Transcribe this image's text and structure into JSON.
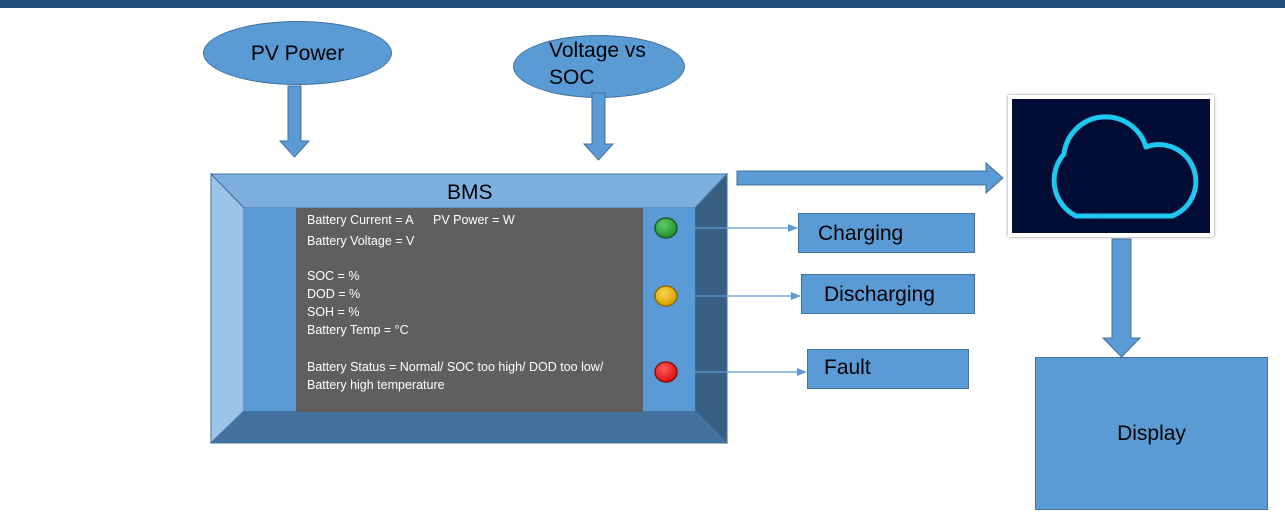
{
  "inputs": {
    "pv_power": "PV Power",
    "voltage_vs_soc": [
      "Voltage vs",
      "SOC"
    ]
  },
  "bms": {
    "title": "BMS",
    "lines": {
      "battery_current": "Battery Current =   A",
      "pv_power": "PV Power =      W",
      "battery_voltage": "Battery Voltage =   V",
      "soc": "SOC =     %",
      "dod": "DOD =     %",
      "soh": "SOH =         %",
      "battery_temp": "Battery Temp =   °C",
      "status_1": "Battery Status = Normal/ SOC too high/ DOD too low/",
      "status_2": "Battery high temperature"
    },
    "leds": [
      {
        "name": "green-led",
        "color": "#1e8f2e"
      },
      {
        "name": "amber-led",
        "color": "#d4a000"
      },
      {
        "name": "red-led",
        "color": "#e01010"
      }
    ]
  },
  "outputs": {
    "charging": "Charging",
    "discharging": "Discharging",
    "fault": "Fault"
  },
  "cloud": {
    "icon": "cloud-icon",
    "color": "#1ec8f0"
  },
  "display": {
    "label": "Display"
  },
  "colors": {
    "shape_fill": "#5b9bd5",
    "shape_border": "#41719c",
    "screen": "#5f5f5f",
    "top_bar": "#1f4e79"
  }
}
